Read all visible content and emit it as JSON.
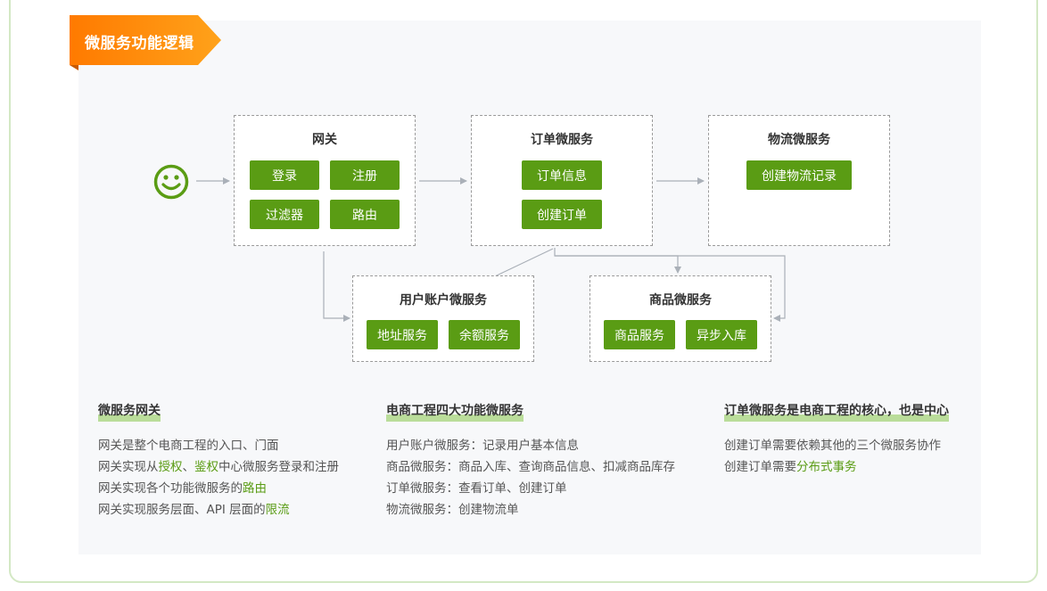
{
  "header": {
    "ribbon_title": "微服务功能逻辑"
  },
  "colors": {
    "accent_green": "#5a9c14",
    "ribbon_orange": "#ff8a00",
    "panel_bg": "#f7f8fa",
    "highlight_green": "#a6d47a"
  },
  "icons": {
    "user": "smiley-icon"
  },
  "diagram": {
    "gateway": {
      "title": "网关",
      "buttons": [
        "登录",
        "注册",
        "过滤器",
        "路由"
      ]
    },
    "order": {
      "title": "订单微服务",
      "buttons": [
        "订单信息",
        "创建订单"
      ]
    },
    "logistics": {
      "title": "物流微服务",
      "buttons": [
        "创建物流记录"
      ]
    },
    "user_account": {
      "title": "用户账户微服务",
      "buttons": [
        "地址服务",
        "余额服务"
      ]
    },
    "product": {
      "title": "商品微服务",
      "buttons": [
        "商品服务",
        "异步入库"
      ]
    }
  },
  "notes": {
    "gateway": {
      "heading": "微服务网关",
      "l1": "网关是整个电商工程的入口、门面",
      "l2a": "网关实现从",
      "l2b": "授权",
      "l2c": "、",
      "l2d": "鉴权",
      "l2e": "中心微服务登录和注册",
      "l3a": "网关实现各个功能微服务的",
      "l3b": "路由",
      "l4a": "网关实现服务层面、API 层面的",
      "l4b": "限流"
    },
    "four": {
      "heading": "电商工程四大功能微服务",
      "l1": "用户账户微服务：记录用户基本信息",
      "l2": "商品微服务：商品入库、查询商品信息、扣减商品库存",
      "l3": "订单微服务：查看订单、创建订单",
      "l4": "物流微服务：创建物流单"
    },
    "order": {
      "heading": "订单微服务是电商工程的核心，也是中心",
      "l1": "创建订单需要依赖其他的三个微服务协作",
      "l2a": "创建订单需要",
      "l2b": "分布式事务"
    }
  }
}
